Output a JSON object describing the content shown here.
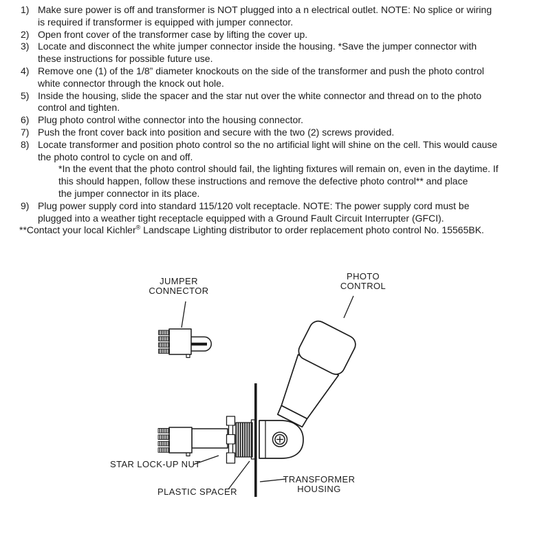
{
  "page": {
    "background": "#ffffff",
    "ink": "#1c1c1c"
  },
  "instructions": {
    "steps": [
      {
        "num": "1)",
        "lines": [
          "Make sure power is off and transformer is NOT plugged into a n electrical outlet. NOTE: No splice or wiring",
          "is required if transformer is equipped with jumper connector."
        ]
      },
      {
        "num": "2)",
        "lines": [
          "Open front cover of the transformer case by lifting the cover up."
        ]
      },
      {
        "num": "3)",
        "lines": [
          "Locate and disconnect the white jumper connector inside the housing. *Save the jumper connector with",
          "these instructions for possible future use."
        ]
      },
      {
        "num": "4)",
        "lines": [
          "Remove one (1) of the 1/8” diameter knockouts on the side of the transformer and push the photo control",
          "white connector through the knock out hole."
        ]
      },
      {
        "num": "5)",
        "lines": [
          "Inside the housing, slide the spacer and the star nut over the white connector and thread on to the photo",
          "control and tighten."
        ]
      },
      {
        "num": "6)",
        "lines": [
          "Plug photo control withe connector into the housing connector."
        ]
      },
      {
        "num": "7)",
        "lines": [
          "Push the front cover back into position and secure with the two (2) screws provided."
        ]
      },
      {
        "num": "8)",
        "lines": [
          "Locate transformer and position photo control so the no artificial light will shine on the cell. This would cause",
          "the photo control to cycle on and off."
        ]
      },
      {
        "num": "9)",
        "lines": [
          "Plug power supply cord into standard 115/120 volt receptacle. NOTE: The power supply cord must be",
          "plugged into a weather tight receptacle equipped with a Ground Fault Circuit Interrupter (GFCI)."
        ]
      }
    ],
    "note_lines": [
      "*In the event that the photo control should fail, the lighting fixtures will remain on, even in the daytime. If",
      "this should happen, follow these instructions and remove the defective photo control** and place",
      "the jumper connector in its place."
    ],
    "footnote": {
      "prefix": "**Contact your local Kichler",
      "reg": "®",
      "suffix": " Landscape Lighting distributor to order replacement photo control No. 15565BK."
    }
  },
  "diagram": {
    "labels": {
      "jumper_connector": {
        "line1": "JUMPER",
        "line2": "CONNECTOR"
      },
      "photo_control": {
        "line1": "PHOTO",
        "line2": "CONTROL"
      },
      "star_nut": "STAR LOCK-UP NUT",
      "plastic_spacer": "PLASTIC SPACER",
      "transformer_housing": {
        "line1": "TRANSFORMER",
        "line2": "HOUSING"
      }
    }
  }
}
